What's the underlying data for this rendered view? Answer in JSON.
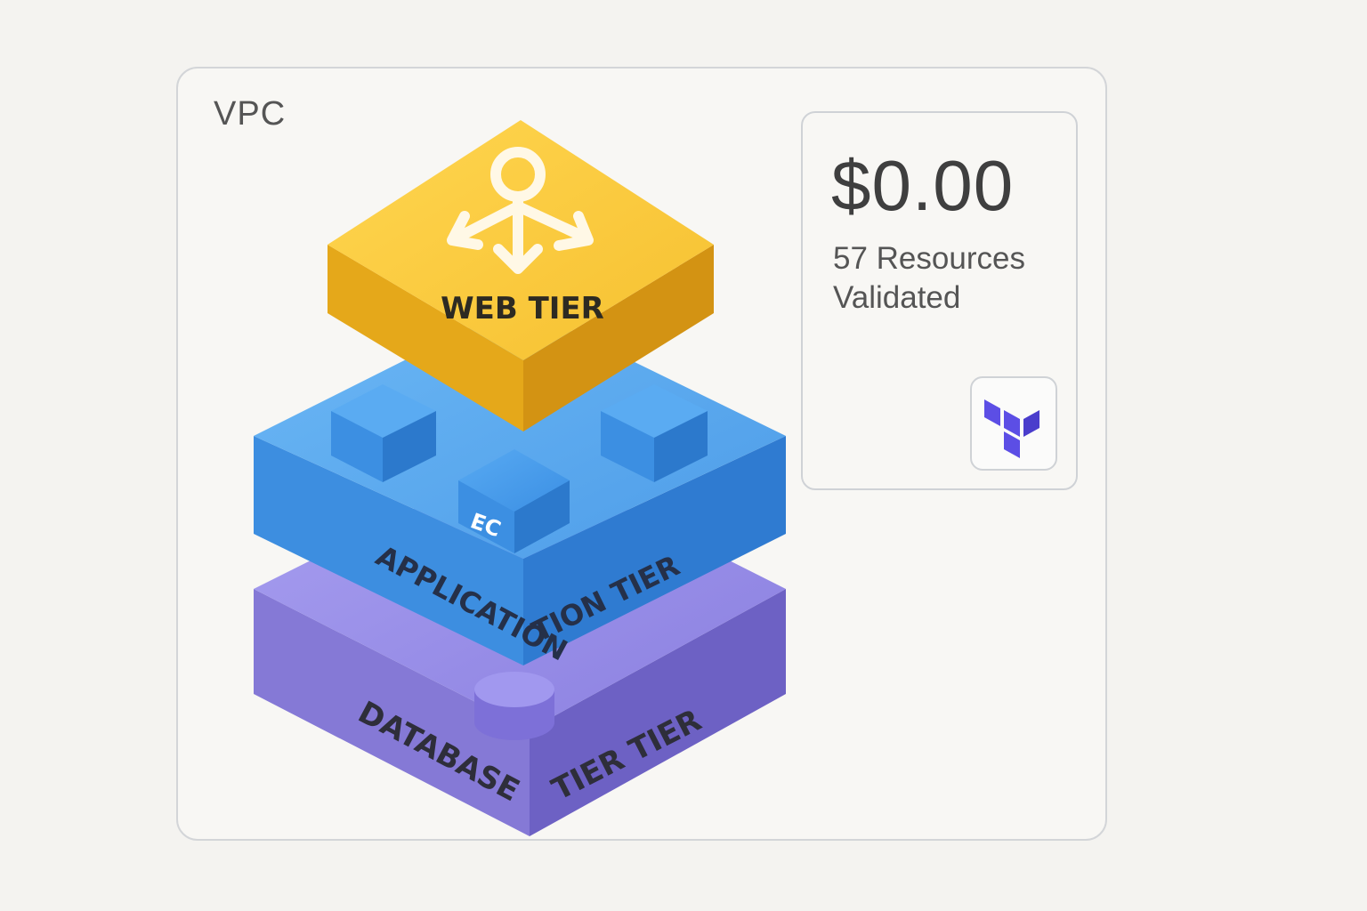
{
  "vpc": {
    "label": "VPC"
  },
  "tiers": {
    "web": {
      "label": "WEB TIER",
      "icon": "load-balancer-icon",
      "color": "#f6c335"
    },
    "app": {
      "label_left": "APPLICATION",
      "label_right": "TION TIER",
      "instance_label": "EC",
      "color": "#4a9de8"
    },
    "db": {
      "label_left": "DATABASE",
      "label_right": "TIER TIER",
      "color": "#8a7fdc"
    }
  },
  "summary": {
    "amount": "$0.00",
    "line1": "57 Resources",
    "line2": "Validated",
    "logo": "terraform-logo-icon",
    "logo_color": "#5c4ee5"
  }
}
